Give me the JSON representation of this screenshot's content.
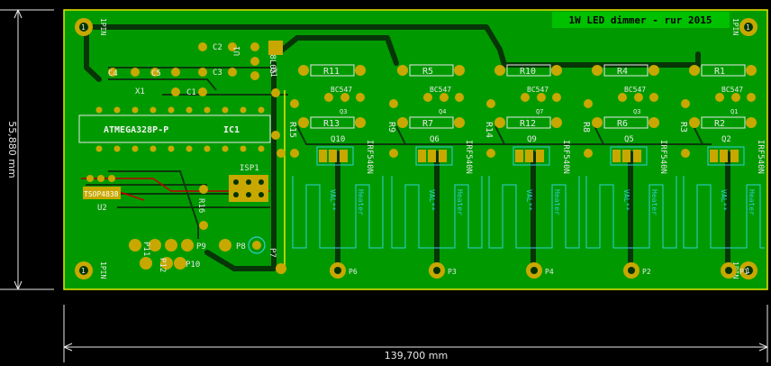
{
  "board": {
    "title": "1W LED dimmer - rur 2015",
    "width_label": "139,700 mm",
    "height_label": "55,880 mm"
  },
  "mounting_holes": {
    "top_left": {
      "net": "1",
      "label": "1PIN"
    },
    "top_right": {
      "net": "1",
      "label": "1PIN"
    },
    "bottom_left": {
      "net": "1",
      "label": "1PIN"
    },
    "bottom_right": {
      "net": "1",
      "label": "1PIN"
    }
  },
  "mcu": {
    "ref": "IC1",
    "value": "ATMEGA328P-P"
  },
  "ir_receiver": {
    "ref": "U2",
    "value": "TSOP4838"
  },
  "isp": {
    "ref": "ISP1"
  },
  "regulator": {
    "ref": "U1",
    "value": "78L05"
  },
  "misc": {
    "c1": "C1",
    "c2": "C2",
    "c3": "C3",
    "c4": "C4",
    "c5": "C5",
    "r11_left": "R11",
    "x1": "X1",
    "d1": "D1",
    "r13": "R13",
    "r16": "R16",
    "p6": "P6",
    "p7": "P7",
    "p8": "P8",
    "p9": "P9",
    "p10": "P10",
    "p11": "P11",
    "p12": "P12"
  },
  "channels": [
    {
      "r_top": "R11",
      "transistor_ref": "BC547",
      "q_small": "Q3",
      "r_mid": "R13",
      "r_side": "R15",
      "mosfet": "Q10",
      "mosfet_value": "IRF540N",
      "heater_ref": "VAL**",
      "heater_label": "Heater",
      "pad": "P6"
    },
    {
      "r_top": "R5",
      "transistor_ref": "BC547",
      "q_small": "Q4",
      "r_mid": "R7",
      "r_side": "R9",
      "mosfet": "Q6",
      "mosfet_value": "IRF540N",
      "heater_ref": "VAL**",
      "heater_label": "Heater",
      "pad": "P3"
    },
    {
      "r_top": "R10",
      "transistor_ref": "BC547",
      "q_small": "Q7",
      "r_mid": "R12",
      "r_side": "R14",
      "mosfet": "Q9",
      "mosfet_value": "IRF540N",
      "heater_ref": "VAL**",
      "heater_label": "Heater",
      "pad": "P4"
    },
    {
      "r_top": "R4",
      "transistor_ref": "BC547",
      "q_small": "Q3",
      "r_mid": "R6",
      "r_side": "R8",
      "mosfet": "Q5",
      "mosfet_value": "IRF540N",
      "heater_ref": "VAL**",
      "heater_label": "Heater",
      "pad": "P2"
    },
    {
      "r_top": "R1",
      "transistor_ref": "BC547",
      "q_small": "Q1",
      "r_mid": "R2",
      "r_side": "R3",
      "mosfet": "Q2",
      "mosfet_value": "IRF540N",
      "heater_ref": "VAL**",
      "heater_label": "Heater",
      "pad": "P1"
    }
  ],
  "colors": {
    "board_green": "#009a00",
    "copper_dark": "#0a3a0a",
    "silkscreen": "#e8e8e8",
    "pad_yellow": "#c8a800",
    "outline_yellow": "#e8e800",
    "fab_cyan": "#30d0d8"
  }
}
